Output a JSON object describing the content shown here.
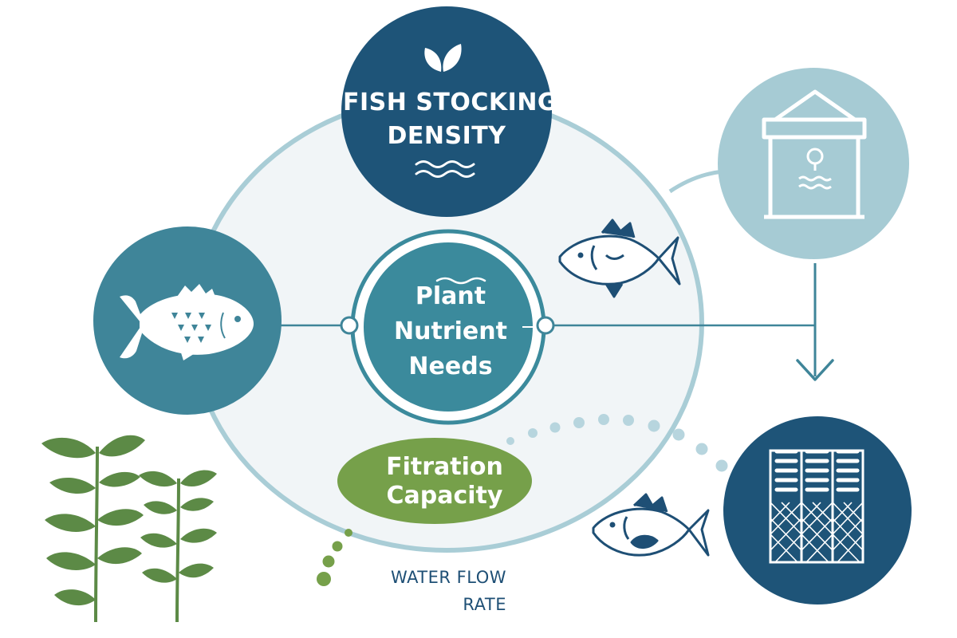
{
  "nodes": {
    "fish_stocking_density": {
      "lines": [
        "FISH STOCKING",
        "DENSITY"
      ],
      "color": "#1e5478"
    },
    "plant_nutrient_needs": {
      "lines": [
        "Plant",
        "Nutrient",
        "Needs"
      ],
      "color": "#3b8a9c"
    },
    "filtration_capacity": {
      "lines": [
        "Fitration",
        "Capacity"
      ],
      "color": "#76a04a"
    },
    "water_flow_rate": {
      "lines": [
        "WATER FLOW",
        "RATE"
      ],
      "color": "#1e4f75"
    }
  },
  "colors": {
    "outer_ring": "#a9cdd6",
    "outer_fill": "#f1f5f7",
    "fish_circle": "#3f8599",
    "tank_circle": "#a6cbd4",
    "filter_circle": "#1e5478",
    "plant_green": "#5c8a46",
    "dots": "#b7d5de",
    "dots_green": "#76a04a",
    "connector": "#3f8599"
  },
  "icons": [
    "leaf-icon",
    "wave-icon",
    "fish-icon",
    "tank-icon",
    "arrow-down-icon",
    "filter-icon",
    "plant-icon"
  ]
}
